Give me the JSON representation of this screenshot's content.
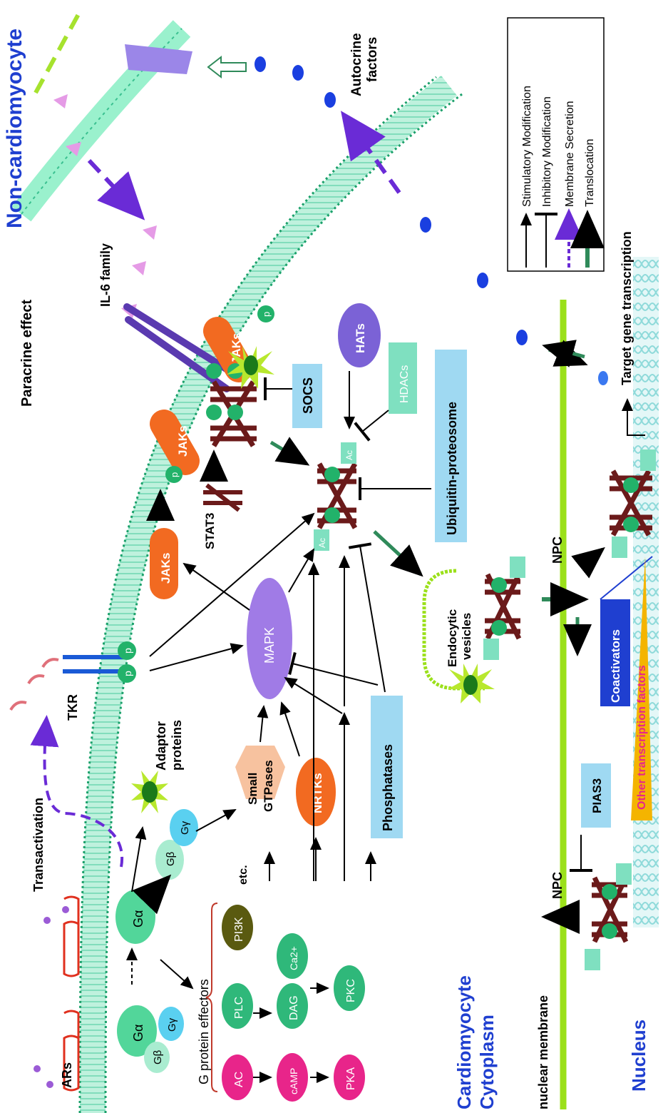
{
  "labels": {
    "non_cardiomyocyte": "Non-cardiomyocyte",
    "paracrine_effect": "Paracrine effect",
    "autocrine_factors_line1": "Autocrine",
    "autocrine_factors_line2": "factors",
    "il6_family": "IL-6 family",
    "transactivation": "Transactivation",
    "tkr": "TKR",
    "adaptor_line1": "Adaptor",
    "adaptor_line2": "proteins",
    "ars": "ARs",
    "g_protein_effectors": "G protein effectors",
    "etc": "etc.",
    "cardiomyocyte": "Cardiomyocyte",
    "cytoplasm": "Cytoplasm",
    "nuclear_membrane": "nuclear membrane",
    "nucleus": "Nucleus",
    "npc": "NPC",
    "target_gene_transcription": "Target gene transcription",
    "endocytic_line1": "Endocytic",
    "endocytic_line2": "vesicles"
  },
  "nodes": {
    "jaks": "JAKs",
    "stat3": "STAT3",
    "socs": "SOCS",
    "hats": "HATs",
    "hdacs": "HDACs",
    "ubiquitin": "Ubiquitin-proteosome",
    "mapk": "MAPK",
    "small_line1": "Small",
    "small_line2": "GTPases",
    "nrtks": "NRTKs",
    "phosphatases": "Phosphatases",
    "pi3k": "PI3K",
    "plc": "PLC",
    "dag": "DAG",
    "ca": "Ca2+",
    "pkc": "PKC",
    "ac": "AC",
    "camp": "cAMP",
    "pka": "PKA",
    "pias3": "PIAS3",
    "coactivators": "Coactivators",
    "other_tf": "Other transcription factors",
    "g_alpha": "Gα",
    "g_beta": "Gβ",
    "g_gamma": "Gγ",
    "p": "p",
    "ac_tag": "Ac"
  },
  "legend": {
    "items": [
      "Stimulatory Modification",
      "Inhibitory Modification",
      "Membrane Secretion",
      "Translocation"
    ]
  },
  "colors": {
    "jaks": "#f26a21",
    "stat3": "#6b1a1a",
    "phospho": "#22b26a",
    "acetyl": "#7fe0c0",
    "socs_box": "#9fd9f2",
    "hats": "#7b62d6",
    "mapk": "#a07be6",
    "small_gtpases": "#f7c29f",
    "pi3k": "#5a5a10",
    "effector": "#2fb87a",
    "ac_pink": "#e8258a",
    "npc_green": "#9be01a",
    "coactivators": "#1f3fd0",
    "other_tf": "#f4b400",
    "blue_text": "#1f3fd0",
    "membrane": "#46c99a"
  }
}
